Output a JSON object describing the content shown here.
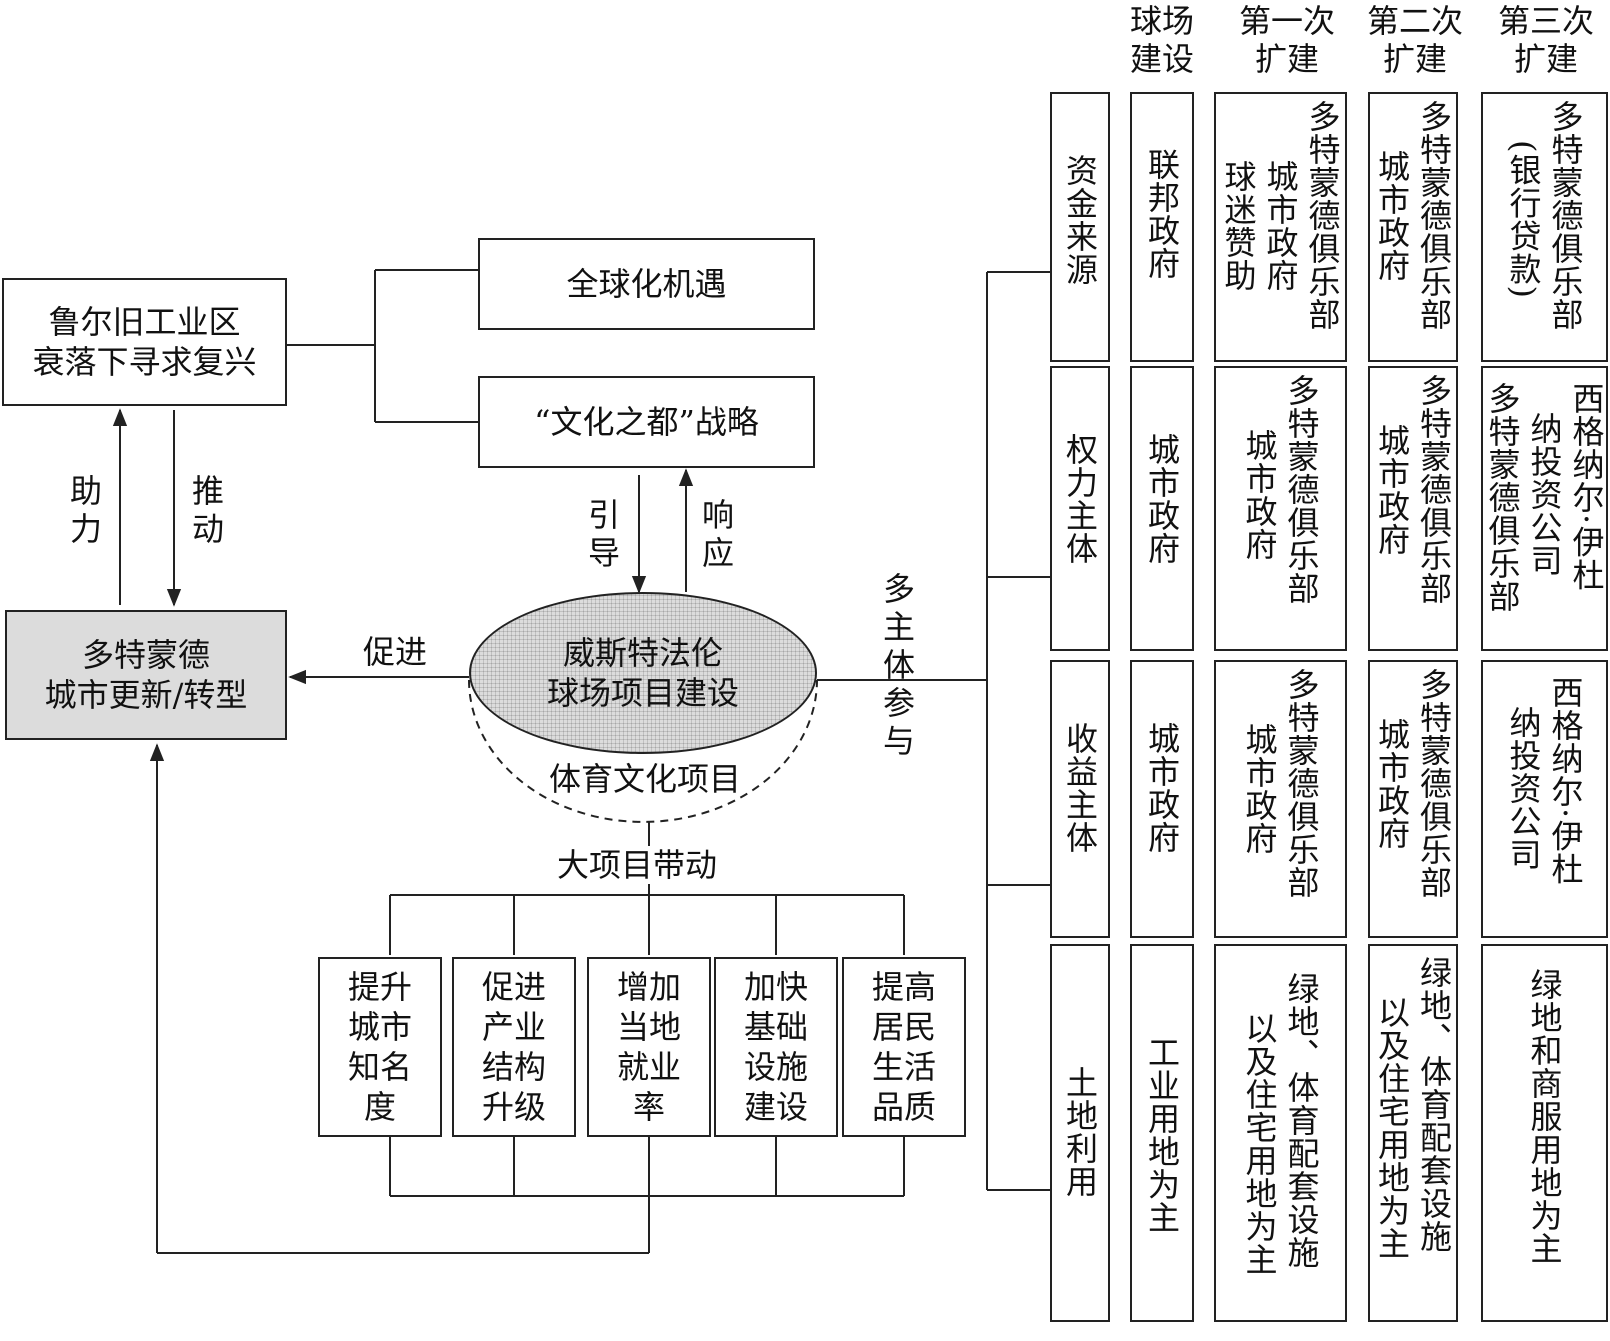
{
  "left": {
    "ruhr_box": "鲁尔旧工业区\n衰落下寻求复兴",
    "globalization_box": "全球化机遇",
    "culture_capital_box": "“文化之都”战略",
    "dortmund_box": "多特蒙德\n城市更新/转型",
    "stadium_ellipse": "威斯特法伦\n球场项目建设",
    "sports_culture_label": "体育文化项目",
    "big_project_label": "大项目带动",
    "arrow_labels": {
      "help": "助\n力",
      "push": "推\n动",
      "guide": "引\n导",
      "respond": "响\n应",
      "promote": "促进",
      "multi_party": "多\n主\n体\n参\n与"
    },
    "effects": [
      "提升\n城市\n知名\n度",
      "促进\n产业\n结构\n升级",
      "增加\n当地\n就业\n率",
      "加快\n基础\n设施\n建设",
      "提高\n居民\n生活\n品质"
    ]
  },
  "table": {
    "headers": [
      "球场\n建设",
      "第一次\n扩建",
      "第二次\n扩建",
      "第三次\n扩建"
    ],
    "rows": [
      {
        "label": "资金来源",
        "cells": [
          [
            "联邦政府"
          ],
          [
            "多特蒙德俱乐部",
            "城市政府",
            "球迷赞助"
          ],
          [
            "多特蒙德俱乐部",
            "城市政府"
          ],
          [
            "多特蒙德俱乐部",
            "(银行贷款)"
          ]
        ]
      },
      {
        "label": "权力主体",
        "cells": [
          [
            "城市政府"
          ],
          [
            "多特蒙德俱乐部",
            "城市政府"
          ],
          [
            "多特蒙德俱乐部",
            "城市政府"
          ],
          [
            "多特蒙德俱乐部",
            "纳投资公司",
            "西格纳尔·伊杜"
          ]
        ]
      },
      {
        "label": "收益主体",
        "cells": [
          [
            "城市政府"
          ],
          [
            "多特蒙德俱乐部",
            "城市政府"
          ],
          [
            "多特蒙德俱乐部",
            "城市政府"
          ],
          [
            "纳投资公司",
            "西格纳尔·伊杜"
          ]
        ]
      },
      {
        "label": "土地利用",
        "cells": [
          [
            "工业用地为主"
          ],
          [
            "绿地、体育配套设施",
            "以及住宅用地为主"
          ],
          [
            "绿地、体育配套设施",
            "以及住宅用地为主"
          ],
          [
            "绿地和商服用地为主"
          ]
        ]
      }
    ]
  }
}
